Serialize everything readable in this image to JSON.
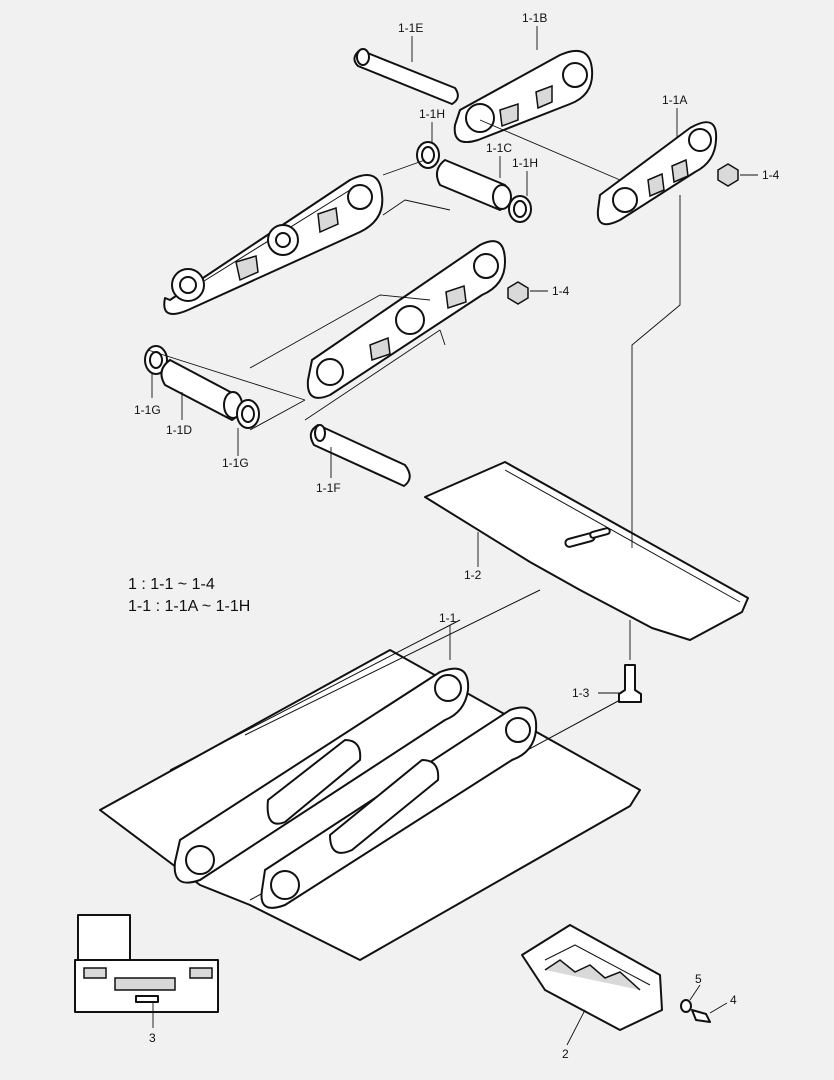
{
  "callouts": {
    "c_1_1E": "1-1E",
    "c_1_1B": "1-1B",
    "c_1_1H_top": "1-1H",
    "c_1_1C": "1-1C",
    "c_1_1H_mid": "1-1H",
    "c_1_1A": "1-1A",
    "c_1_4_top": "1-4",
    "c_1_4_mid": "1-4",
    "c_1_1G_left": "1-1G",
    "c_1_1D": "1-1D",
    "c_1_1G_bottom": "1-1G",
    "c_1_1F": "1-1F",
    "c_1_2": "1-2",
    "c_1_1": "1-1",
    "c_1_3": "1-3",
    "c_3": "3",
    "c_2": "2",
    "c_4": "4",
    "c_5": "5"
  },
  "legend": {
    "line1": "1 : 1-1 ~ 1-4",
    "line2": "1-1 : 1-1A ~ 1-1H"
  }
}
